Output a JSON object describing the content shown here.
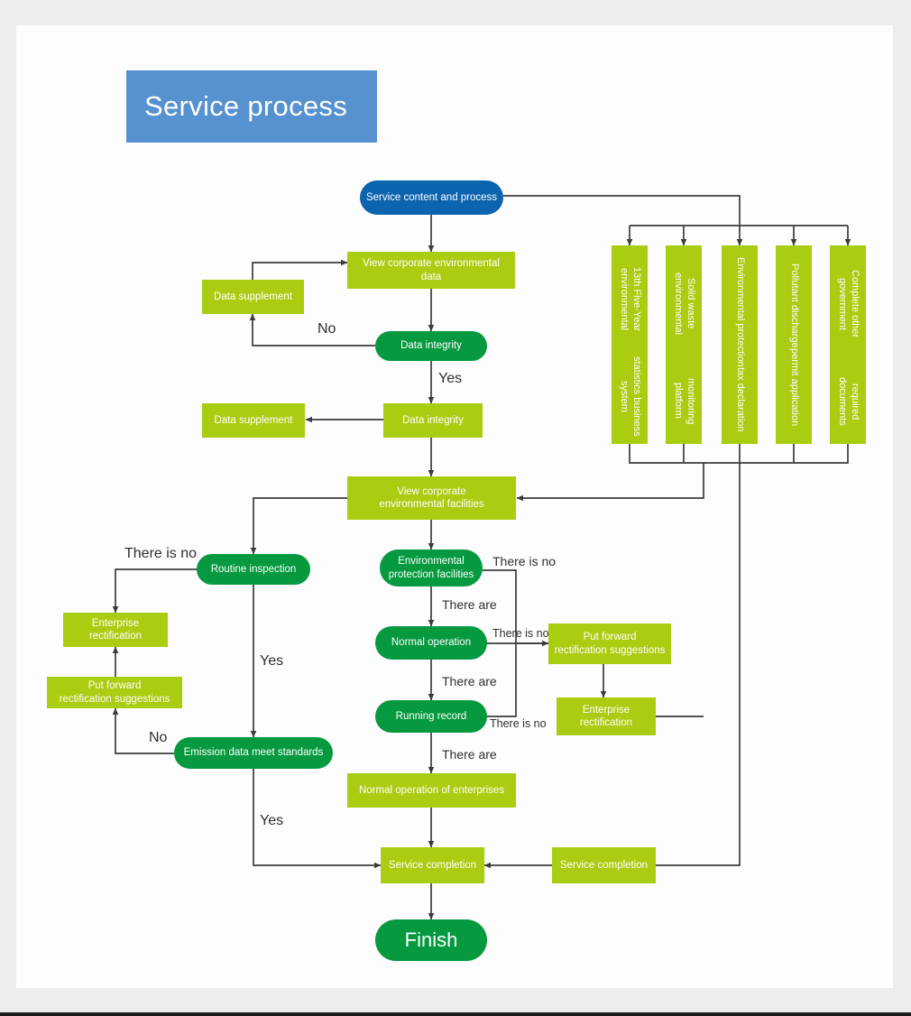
{
  "page": {
    "title_banner": "Service process",
    "colors": {
      "background": "#ededed",
      "card": "#fdfdfd",
      "banner_blue": "#5691d0",
      "node_navy": "#0c64ae",
      "node_lime": "#aacc11",
      "node_green": "#06993f",
      "connector": "#3c3c3c",
      "label_text": "#2f2f2f"
    }
  },
  "nodes": {
    "start": "Service content and process",
    "view_data": "View corporate environmental data",
    "data_supplement_1": "Data supplement",
    "data_integrity_1": "Data integrity",
    "data_integrity_2": "Data integrity",
    "data_supplement_2": "Data supplement",
    "view_facilities": "View corporate\nenvironmental facilities",
    "view_facilities_l1": "View corporate",
    "view_facilities_l2": "environmental facilities",
    "routine_inspection": "Routine inspection",
    "enterprise_rectification_left_l1": "Enterprise",
    "enterprise_rectification_left_l2": "rectification",
    "put_forward_left_l1": "Put forward",
    "put_forward_left_l2": "rectification suggestions",
    "emission_standards": "Emission data meet standards",
    "env_protection_facilities_l1": "Environmental",
    "env_protection_facilities_l2": "protection facilities",
    "normal_operation": "Normal operation",
    "running_record": "Running record",
    "put_forward_right_l1": "Put forward",
    "put_forward_right_l2": "rectification suggestions",
    "enterprise_rectification_right_l1": "Enterprise",
    "enterprise_rectification_right_l2": "rectification",
    "normal_operation_enterprises": "Normal operation of enterprises",
    "service_completion_left": "Service completion",
    "service_completion_right": "Service completion",
    "finish": "Finish"
  },
  "columns": [
    {
      "l1": "13th Five-Year environmental",
      "l2": "statistics business system"
    },
    {
      "l1": "Solid waste environmental",
      "l2": "monitoring platform"
    },
    {
      "l1": "Environmental protection",
      "l2": "tax declaration"
    },
    {
      "l1": "Pollutant discharge",
      "l2": "permit application"
    },
    {
      "l1": "Complete other government",
      "l2": "required documents"
    }
  ],
  "edge_labels": {
    "no_1": "No",
    "yes_1": "Yes",
    "there_is_no_left": "There is no",
    "yes_left": "Yes",
    "no_left": "No",
    "yes_left_2": "Yes",
    "there_is_no_epf": "There is no",
    "there_are_1": "There are",
    "there_is_no_normal": "There is no",
    "there_are_2": "There are",
    "there_is_no_running": "There is no",
    "there_are_3": "There are"
  }
}
